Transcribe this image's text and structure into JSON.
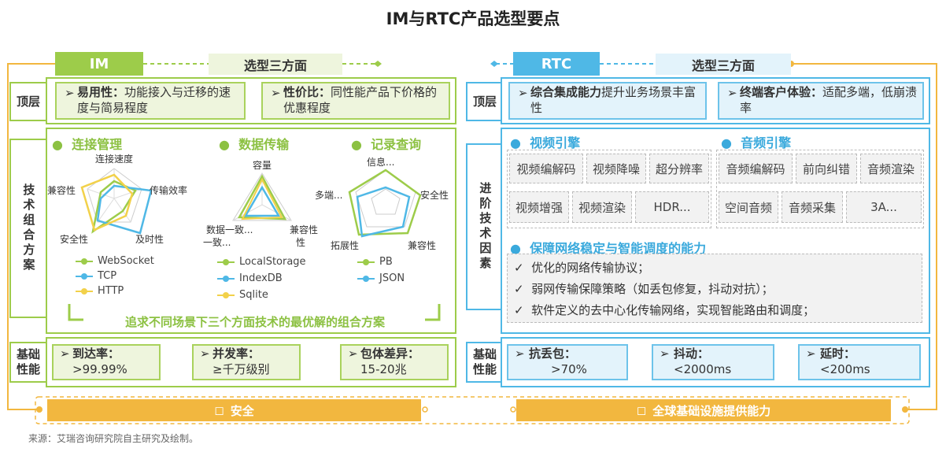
{
  "title": "IM与RTC产品选型要点",
  "im": {
    "header": "IM",
    "header_sub": "选型三方面",
    "top_label": "顶层",
    "top_boxes": [
      {
        "bold": "易用性：",
        "text": "功能接入与迁移的速度与简易程度"
      },
      {
        "bold": "性价比：",
        "text": "同性能产品下价格的优惠程度"
      }
    ],
    "tech_label": "技术组合方案",
    "sections": [
      "连接管理",
      "数据传输",
      "记录查询"
    ],
    "radar1": {
      "axes": [
        "连接速度",
        "传输效率",
        "及时性",
        "安全性",
        "兼容性"
      ],
      "legend": [
        "WebSocket",
        "TCP",
        "HTTP"
      ]
    },
    "radar2": {
      "axes": [
        "容量",
        "兼容性",
        "数据一致..."
      ],
      "legend": [
        "LocalStorage",
        "IndexDB",
        "Sqlite"
      ]
    },
    "radar3": {
      "axes": [
        "信息...",
        "安全性",
        "兼容性",
        "拓展性",
        "多端..."
      ],
      "legend": [
        "PB",
        "JSON"
      ]
    },
    "bracket_text": "追求不同场景下三个方面技术的最优解的组合方案",
    "base_label": "基础性能",
    "base_boxes": [
      {
        "bold": "到达率：",
        "value": ">99.99%"
      },
      {
        "bold": "并发率：",
        "value": "≥千万级别"
      },
      {
        "bold": "包体差异：",
        "value": "15-20兆"
      }
    ]
  },
  "rtc": {
    "header": "RTC",
    "header_sub": "选型三方面",
    "top_label": "顶层",
    "top_boxes": [
      {
        "bold": "综合集成能力",
        "text": "提升业务场景丰富性"
      },
      {
        "bold": "终端客户体验：",
        "text": "适配多端，低崩溃率"
      }
    ],
    "adv_label": "进阶技术因素",
    "video_title": "视频引擎",
    "video_cells": [
      "视频编解码",
      "视频降噪",
      "超分辨率",
      "视频增强",
      "视频渲染",
      "HDR..."
    ],
    "audio_title": "音频引擎",
    "audio_cells": [
      "音频编解码",
      "前向纠错",
      "音频渲染",
      "空间音频",
      "音频采集",
      "3A..."
    ],
    "net_title": "保障网络稳定与智能调度的能力",
    "net_items": [
      "优化的网络传输协议；",
      "弱网传输保障策略（如丢包修复，抖动对抗）；",
      "软件定义的去中心化传输网络，实现智能路由和调度；"
    ],
    "base_label": "基础性能",
    "base_boxes": [
      {
        "bold": "抗丢包：",
        "value": ">70%"
      },
      {
        "bold": "抖动：",
        "value": "<2000ms"
      },
      {
        "bold": "延时：",
        "value": "<200ms"
      }
    ]
  },
  "bottom": {
    "left": "安全",
    "right": "全球基础设施提供能力"
  },
  "source": "来源：艾瑞咨询研究院自主研究及绘制。",
  "colors": {
    "green": "#9dcc4a",
    "blue": "#4fb8e6",
    "yellow": "#f2b73f",
    "green_light": "#eef5dd",
    "blue_light": "#e3f3fb"
  }
}
